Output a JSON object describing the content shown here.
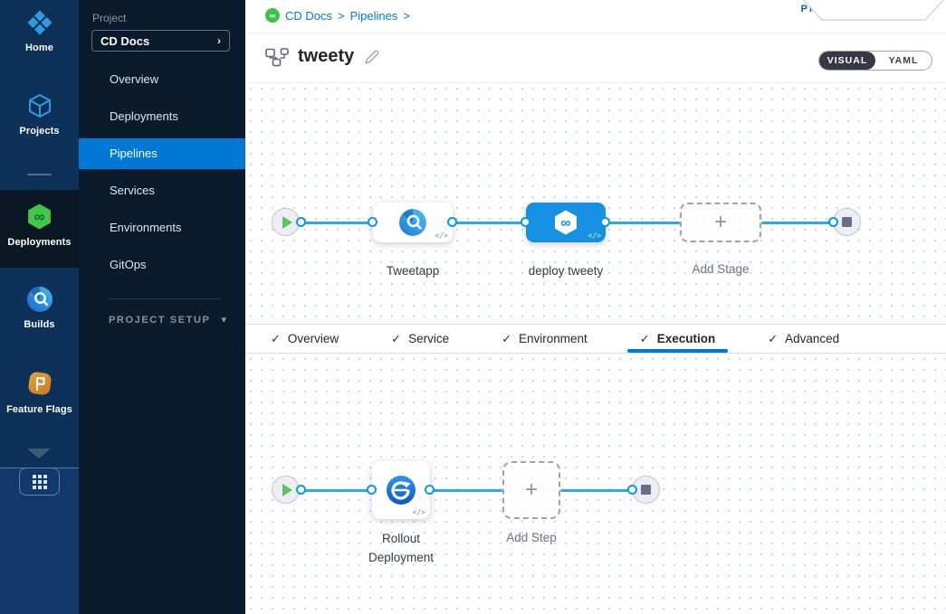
{
  "colors": {
    "primary_blue": "#0278d5",
    "connector_blue": "#29abe9",
    "selected_stage_blue": "#1690e3",
    "cd_green": "#3cc14e",
    "badge_text_blue": "#2250c9",
    "toggle_dark": "#383946"
  },
  "module_nav": {
    "items": [
      {
        "label": "Home",
        "icon": "home-icon",
        "active": false
      },
      {
        "label": "Projects",
        "icon": "projects-icon",
        "active": false
      },
      {
        "label": "Deployments",
        "icon": "cd-infinity-icon",
        "active": true
      },
      {
        "label": "Builds",
        "icon": "builds-icon",
        "active": false
      },
      {
        "label": "Feature Flags",
        "icon": "feature-flags-icon",
        "active": false
      }
    ]
  },
  "project_nav": {
    "section_label": "Project",
    "project_name": "CD Docs",
    "items": [
      {
        "label": "Overview",
        "active": false
      },
      {
        "label": "Deployments",
        "active": false
      },
      {
        "label": "Pipelines",
        "active": true
      },
      {
        "label": "Services",
        "active": false
      },
      {
        "label": "Environments",
        "active": false
      },
      {
        "label": "GitOps",
        "active": false
      }
    ],
    "setup_label": "PROJECT SETUP"
  },
  "header": {
    "breadcrumb": {
      "project": "CD Docs",
      "section": "Pipelines",
      "separator": ">"
    },
    "badge": "PIPELINE STUDIO",
    "title": "tweety",
    "view_toggle": {
      "visual": "VISUAL",
      "yaml": "YAML",
      "selected": "VISUAL"
    }
  },
  "stage_pipeline": {
    "nodes": [
      {
        "label": "Tweetapp",
        "type": "build-stage",
        "selected": false
      },
      {
        "label": "deploy tweety",
        "type": "deploy-stage",
        "selected": true
      },
      {
        "label": "Add Stage",
        "type": "add-stage"
      }
    ]
  },
  "tabs": {
    "items": [
      {
        "label": "Overview",
        "checked": true,
        "active": false
      },
      {
        "label": "Service",
        "checked": true,
        "active": false
      },
      {
        "label": "Environment",
        "checked": true,
        "active": false
      },
      {
        "label": "Execution",
        "checked": true,
        "active": true
      },
      {
        "label": "Advanced",
        "checked": true,
        "active": false
      }
    ]
  },
  "execution_pipeline": {
    "nodes": [
      {
        "label": "Rollout Deployment",
        "type": "k8s-rolling-step",
        "selected": false
      },
      {
        "label": "Add Step",
        "type": "add-step"
      }
    ]
  },
  "glyphs": {
    "check": "✓",
    "chevron_right": "›",
    "chevron_down": "▾",
    "code": "</>",
    "plus": "+",
    "infinity": "∞"
  }
}
